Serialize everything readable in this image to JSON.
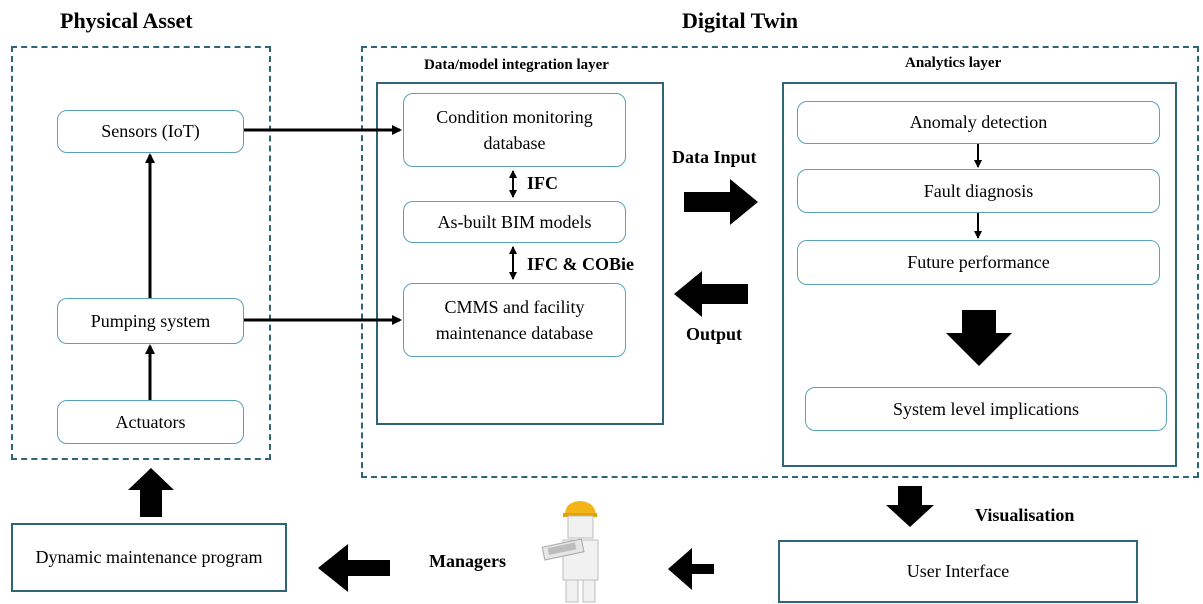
{
  "physical": {
    "title": "Physical Asset",
    "sensors": "Sensors (IoT)",
    "pumping": "Pumping system",
    "actuators": "Actuators"
  },
  "twin": {
    "title": "Digital Twin",
    "integration": {
      "title": "Data/model integration layer",
      "condition_db": "Condition monitoring database",
      "bim": "As-built BIM models",
      "cmms": "CMMS and facility maintenance database",
      "ifc": "IFC",
      "ifc_cobie": "IFC & COBie"
    },
    "analytics": {
      "title": "Analytics layer",
      "anomaly": "Anomaly detection",
      "fault": "Fault diagnosis",
      "future": "Future performance",
      "system": "System level implications"
    },
    "data_input": "Data Input",
    "output": "Output"
  },
  "bottom": {
    "visualisation": "Visualisation",
    "user_interface": "User Interface",
    "managers": "Managers",
    "dynamic_program": "Dynamic maintenance program"
  },
  "colors": {
    "box_border": "#5aa2b8",
    "frame": "#2f6577",
    "helmet": "#f2b417"
  }
}
